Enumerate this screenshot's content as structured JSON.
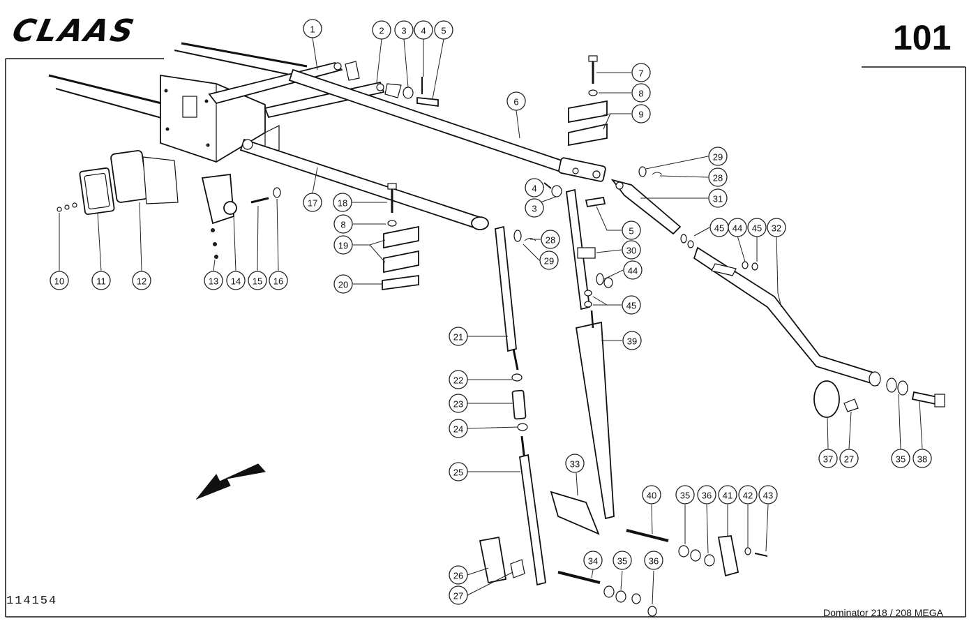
{
  "header": {
    "logo_text": "CLAAS",
    "page_number": "101"
  },
  "footer": {
    "drawing_number": "114154",
    "model": "Dominator 218 / 208 MEGA"
  },
  "callouts": [
    "1",
    "2",
    "3",
    "4",
    "5",
    "7",
    "8",
    "9",
    "6",
    "29",
    "28",
    "31",
    "4",
    "3",
    "5",
    "45",
    "44",
    "45",
    "32",
    "30",
    "44",
    "45",
    "39",
    "18",
    "8",
    "19",
    "20",
    "17",
    "28",
    "29",
    "10",
    "11",
    "12",
    "13",
    "14",
    "15",
    "16",
    "21",
    "22",
    "23",
    "24",
    "25",
    "26",
    "27",
    "33",
    "34",
    "35",
    "36",
    "40",
    "35",
    "36",
    "41",
    "42",
    "43",
    "37",
    "27",
    "35",
    "38"
  ],
  "colors": {
    "line": "#111111",
    "background": "#ffffff"
  }
}
